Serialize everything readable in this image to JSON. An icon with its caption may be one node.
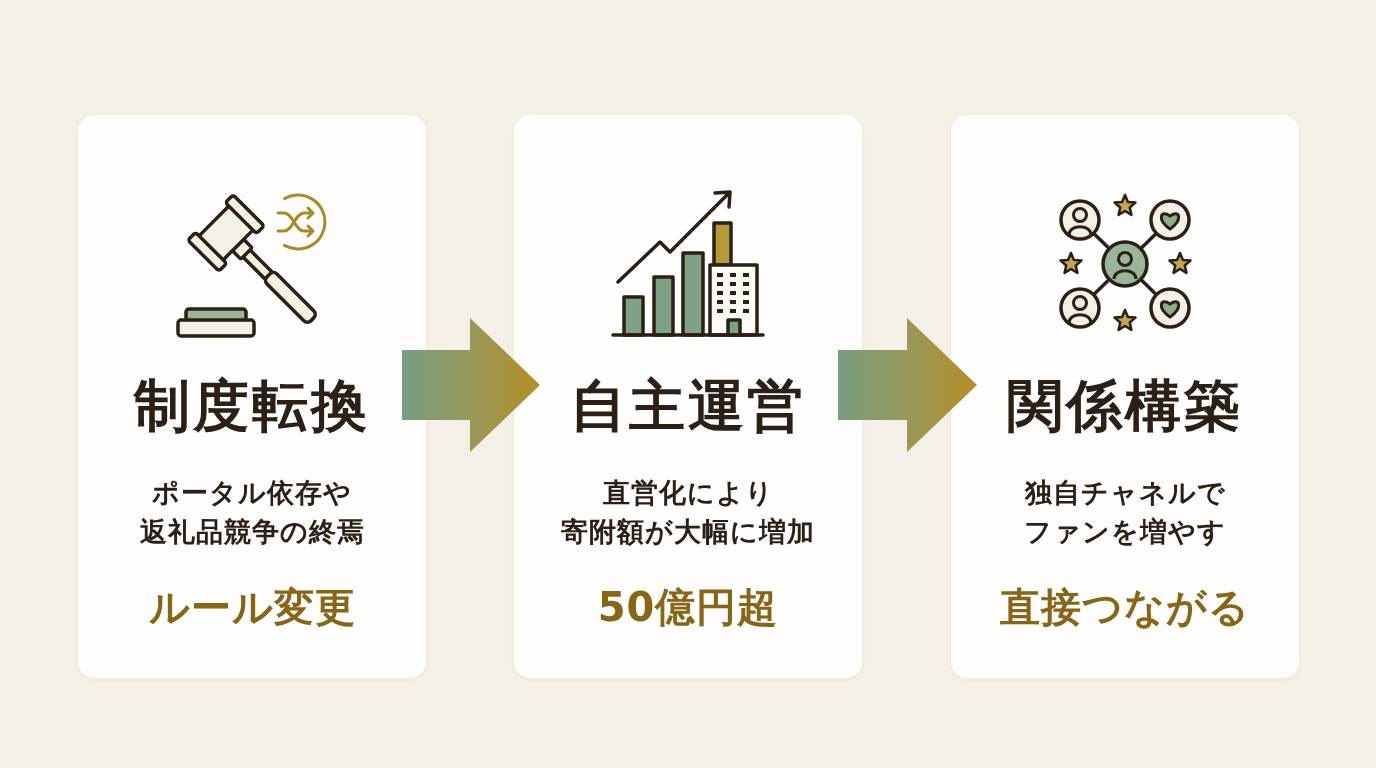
{
  "diagram": {
    "nodes": [
      {
        "text": [
          "制度転換",
          "ポータル依存や返礼品競争の終焉",
          "ルール変更"
        ]
      },
      {
        "text": [
          "自主運営",
          "直営化により寄附額が大幅に増加",
          "50億円超"
        ]
      },
      {
        "text": [
          "関係構築",
          "独自チャネルでファンを増やす",
          "直接つながる"
        ]
      }
    ],
    "edges": [
      {
        "from": 0,
        "to": 1,
        "arrow": "to"
      },
      {
        "from": 1,
        "to": 2,
        "arrow": "to"
      }
    ]
  }
}
